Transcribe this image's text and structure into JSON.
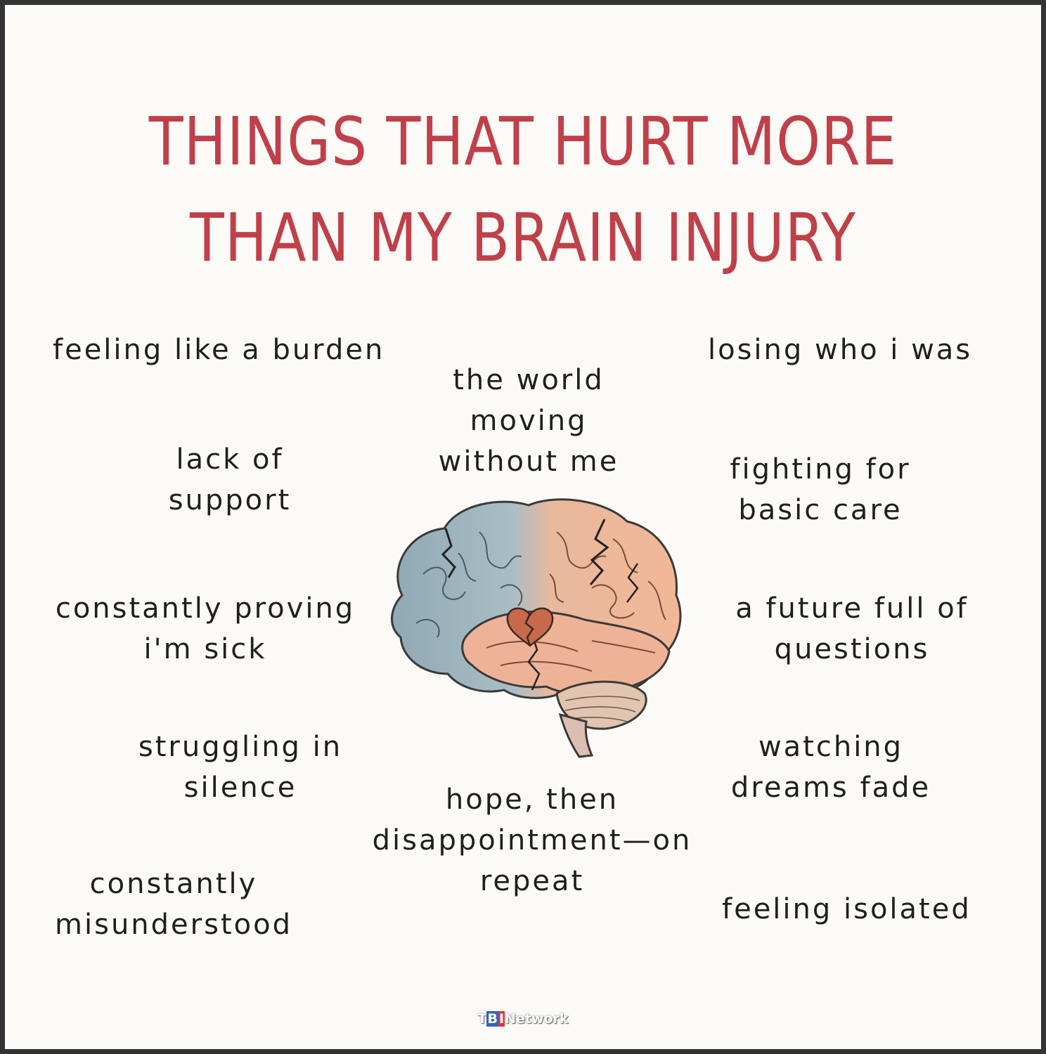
{
  "title": {
    "line1": "THINGS THAT HURT MORE",
    "line2": "THAN MY BRAIN INJURY"
  },
  "phrases": {
    "feeling_burden": [
      "feeling like a burden"
    ],
    "world_moving": [
      "the world",
      "moving",
      "without me"
    ],
    "losing_who": [
      "losing who i was"
    ],
    "lack_support": [
      "lack of",
      "support"
    ],
    "fighting_care": [
      "fighting for",
      "basic care"
    ],
    "proving_sick": [
      "constantly proving",
      "i'm sick"
    ],
    "future_questions": [
      "a future full of",
      "questions"
    ],
    "struggling_silence": [
      "struggling in",
      "silence"
    ],
    "watching_dreams": [
      "watching",
      "dreams fade"
    ],
    "hope_disappointment": [
      "hope, then",
      "disappointment—on",
      "repeat"
    ],
    "misunderstood": [
      "constantly",
      "misunderstood"
    ],
    "isolated": [
      "feeling isolated"
    ]
  },
  "logo": {
    "part_t": "T",
    "part_b": "B",
    "part_i": "I",
    "part_rest": "Network"
  },
  "colors": {
    "title": "#c0404a",
    "text": "#1f1f1f",
    "background": "#fbfaf7",
    "border": "#333333",
    "brain_left": "#9fb6c0",
    "brain_right": "#f0b89a",
    "heart": "#c86a50"
  },
  "icons": {
    "illustration": "cracked-brain-icon",
    "heart": "broken-heart-icon"
  }
}
